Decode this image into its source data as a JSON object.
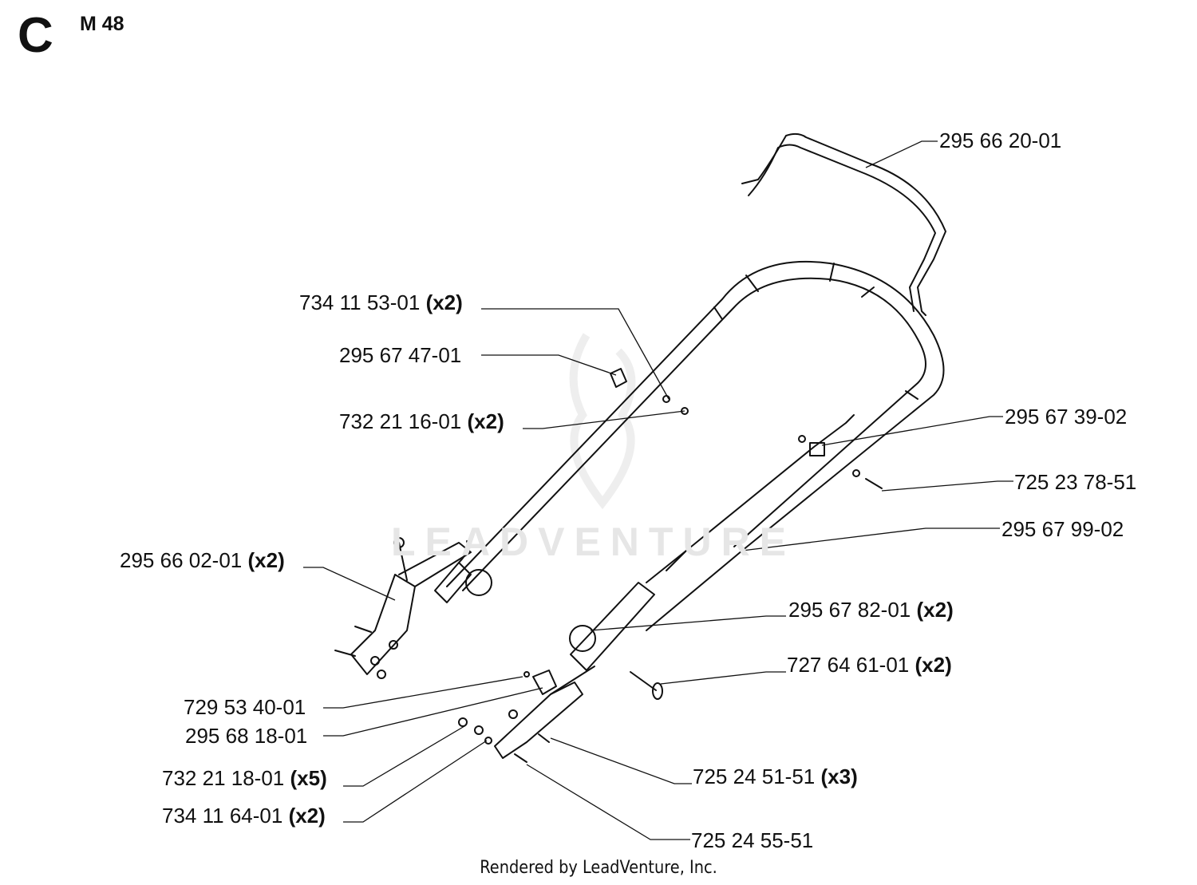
{
  "header": {
    "section": "C",
    "model": "M 48"
  },
  "watermark": "LEADVENTURE",
  "footer": "Rendered by LeadVenture, Inc.",
  "parts": [
    {
      "number": "295 66 20-01",
      "qty": ""
    },
    {
      "number": "734 11 53-01",
      "qty": "(x2)"
    },
    {
      "number": "295 67 47-01",
      "qty": ""
    },
    {
      "number": "732 21 16-01",
      "qty": "(x2)"
    },
    {
      "number": "295 67 39-02",
      "qty": ""
    },
    {
      "number": "725 23 78-51",
      "qty": ""
    },
    {
      "number": "295 67 99-02",
      "qty": ""
    },
    {
      "number": "295 66 02-01",
      "qty": "(x2)"
    },
    {
      "number": "295 67 82-01",
      "qty": "(x2)"
    },
    {
      "number": "727 64 61-01",
      "qty": "(x2)"
    },
    {
      "number": "729 53 40-01",
      "qty": ""
    },
    {
      "number": "295 68 18-01",
      "qty": ""
    },
    {
      "number": "732 21 18-01",
      "qty": "(x5)"
    },
    {
      "number": "725 24 51-51",
      "qty": "(x3)"
    },
    {
      "number": "734 11 64-01",
      "qty": "(x2)"
    },
    {
      "number": "725 24 55-51",
      "qty": ""
    }
  ]
}
